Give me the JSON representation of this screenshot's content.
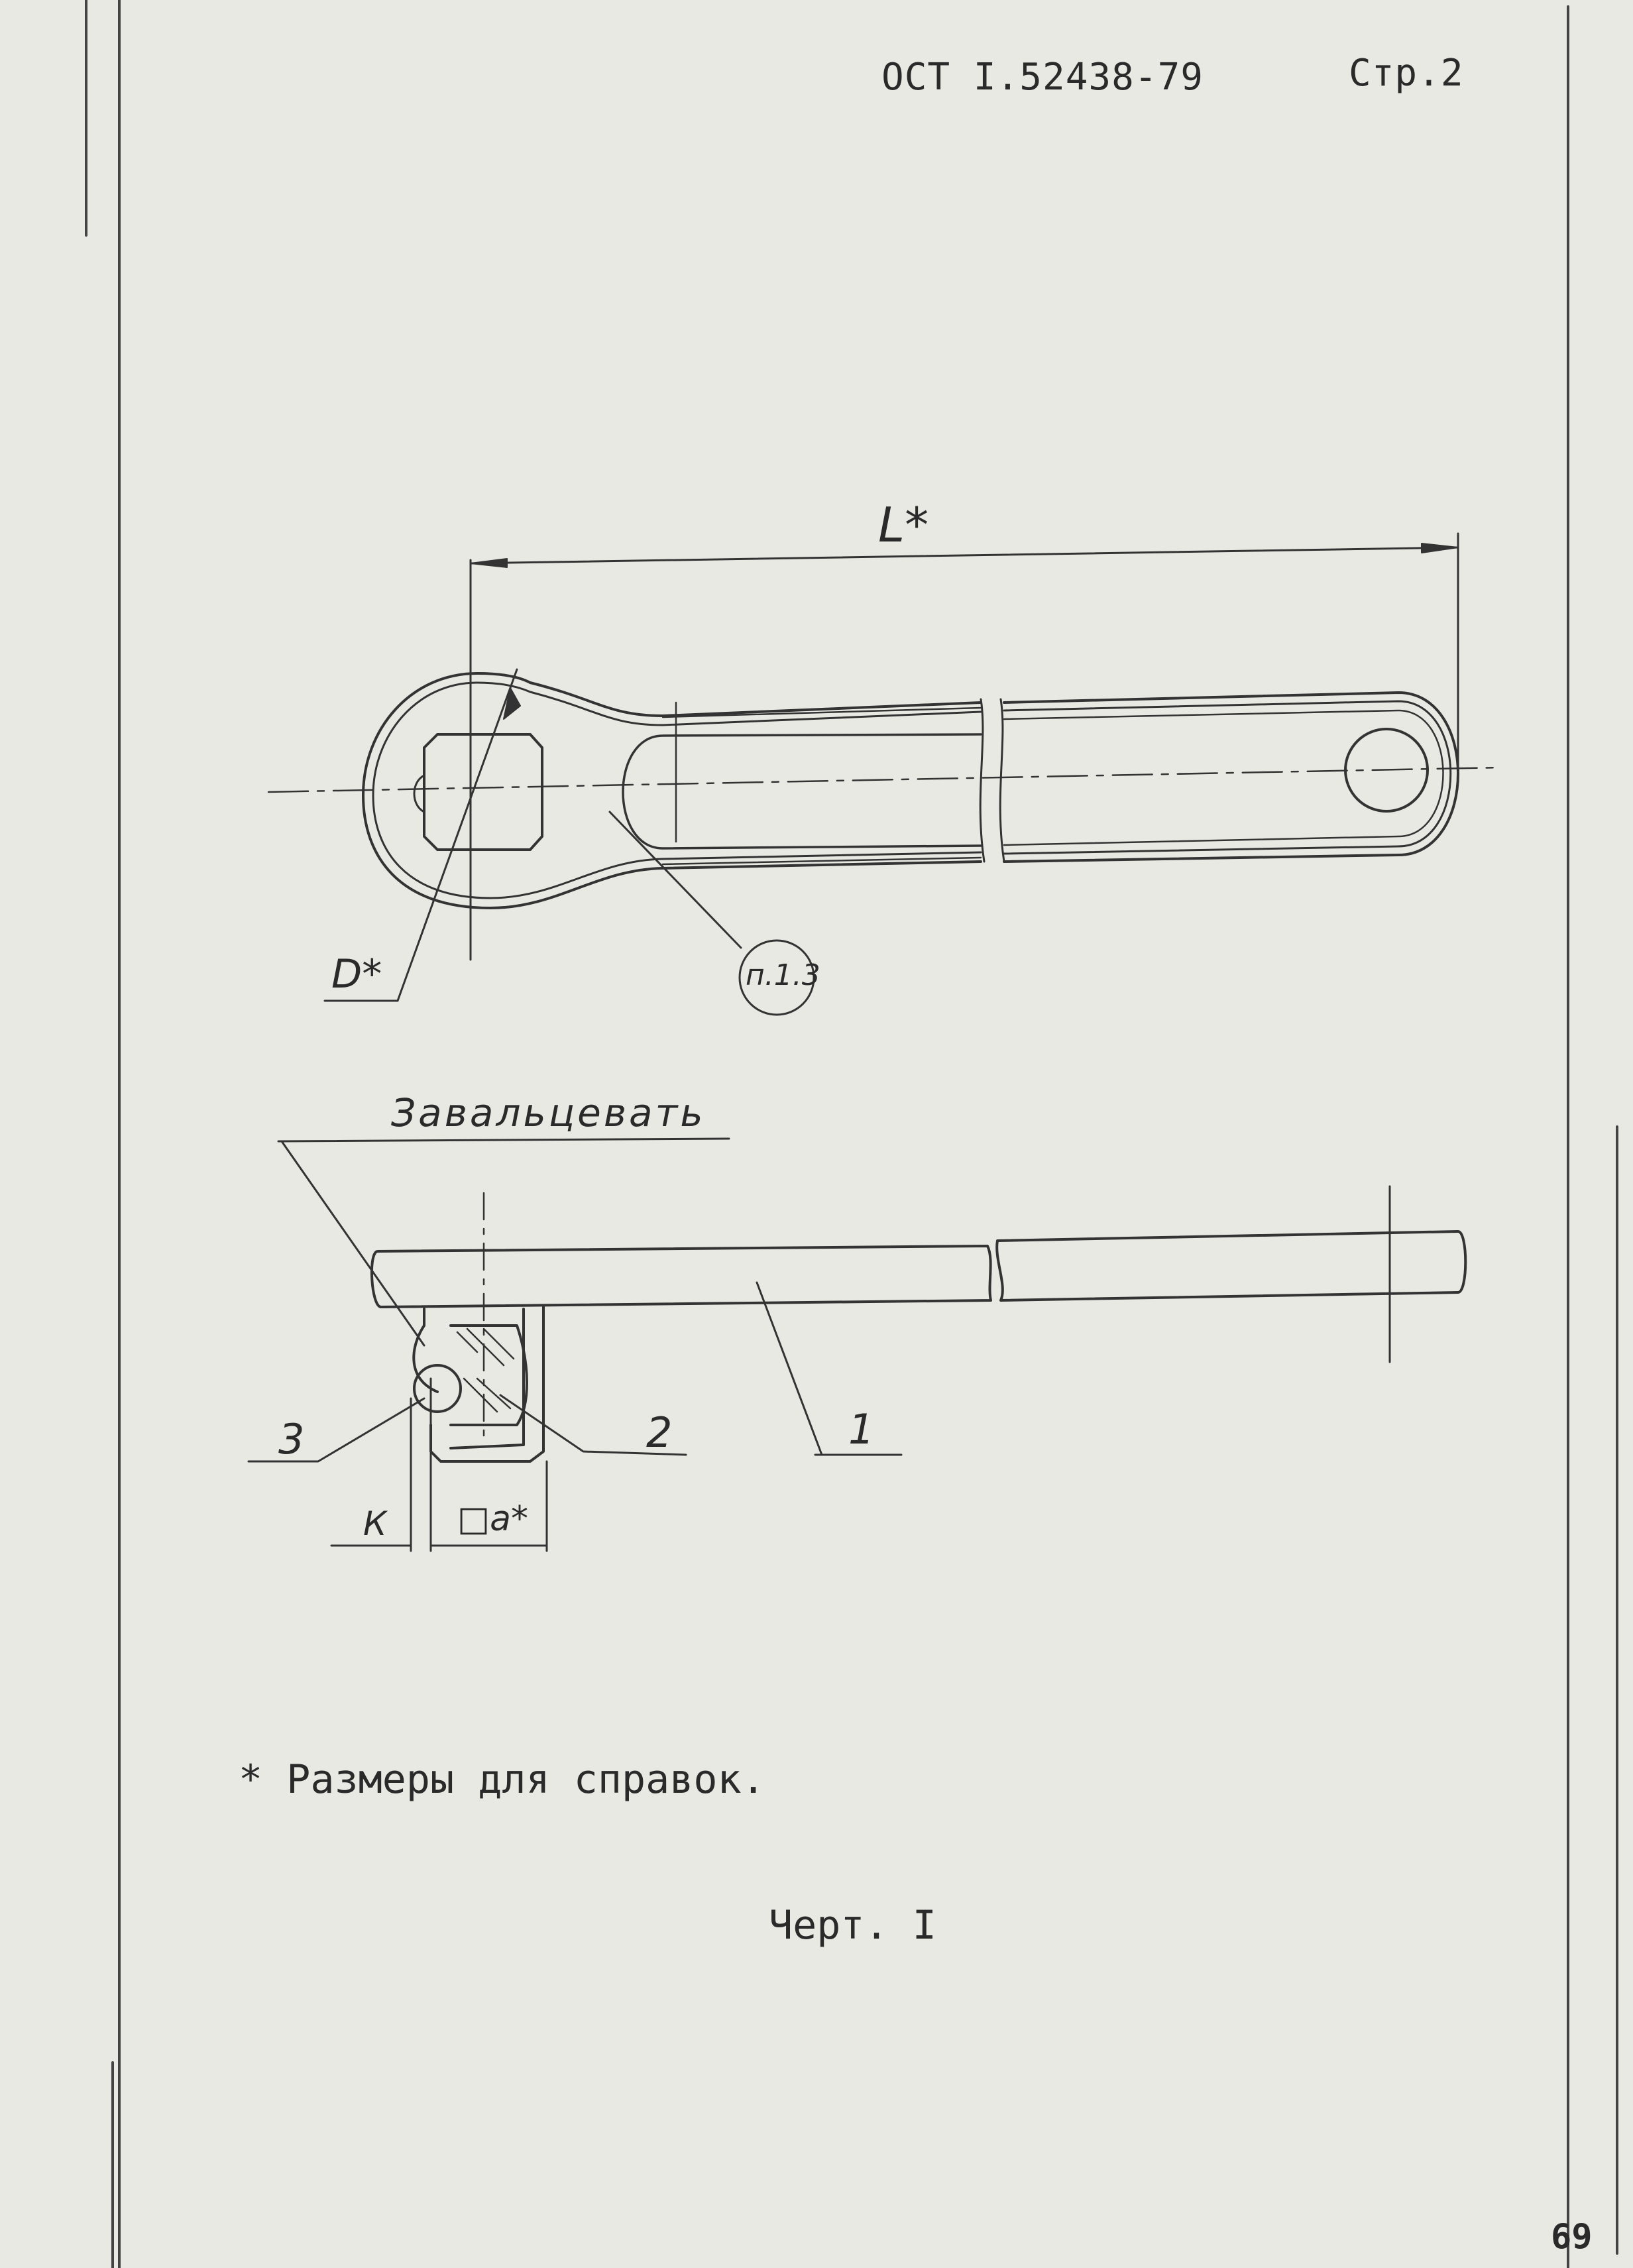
{
  "header": {
    "doc_code": "ОСТ I.52438-79",
    "page_label": "Стр.2"
  },
  "drawing": {
    "dim_length": "L*",
    "dim_diameter": "D*",
    "ref_clause": "п.1.3",
    "roll_note": "Завальцевать",
    "pos_1": "1",
    "pos_2": "2",
    "pos_3": "3",
    "dim_k": "К",
    "dim_a": "□а*"
  },
  "footnote": "* Размеры для справок.",
  "caption": "Черт. I",
  "page_number": "69"
}
